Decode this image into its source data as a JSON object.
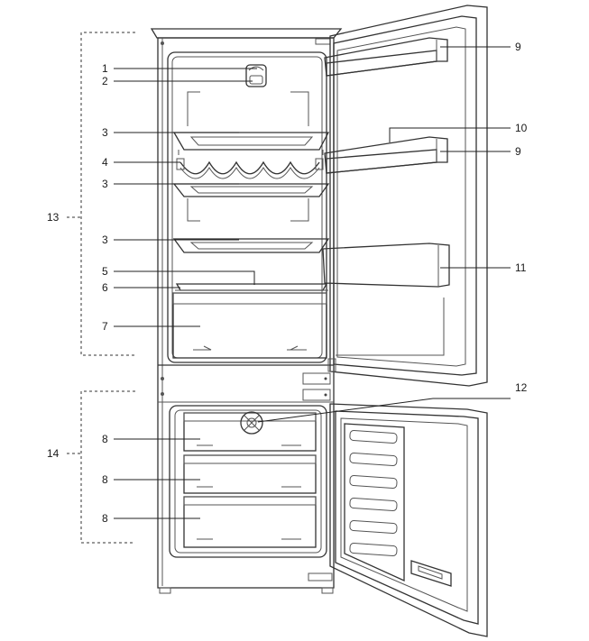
{
  "diagram": {
    "callouts": {
      "c1": "1",
      "c2": "2",
      "c3a": "3",
      "c3b": "3",
      "c3c": "3",
      "c4": "4",
      "c5": "5",
      "c6": "6",
      "c7": "7",
      "c8a": "8",
      "c8b": "8",
      "c8c": "8",
      "c9a": "9",
      "c9b": "9",
      "c10": "10",
      "c11": "11",
      "c12": "12",
      "c13": "13",
      "c14": "14"
    },
    "colors": {
      "line": "#222222",
      "shelf_fill": "#e8e8e8",
      "door_frame": "#d6d6d6",
      "bin_fill": "#bfbfbf"
    }
  }
}
